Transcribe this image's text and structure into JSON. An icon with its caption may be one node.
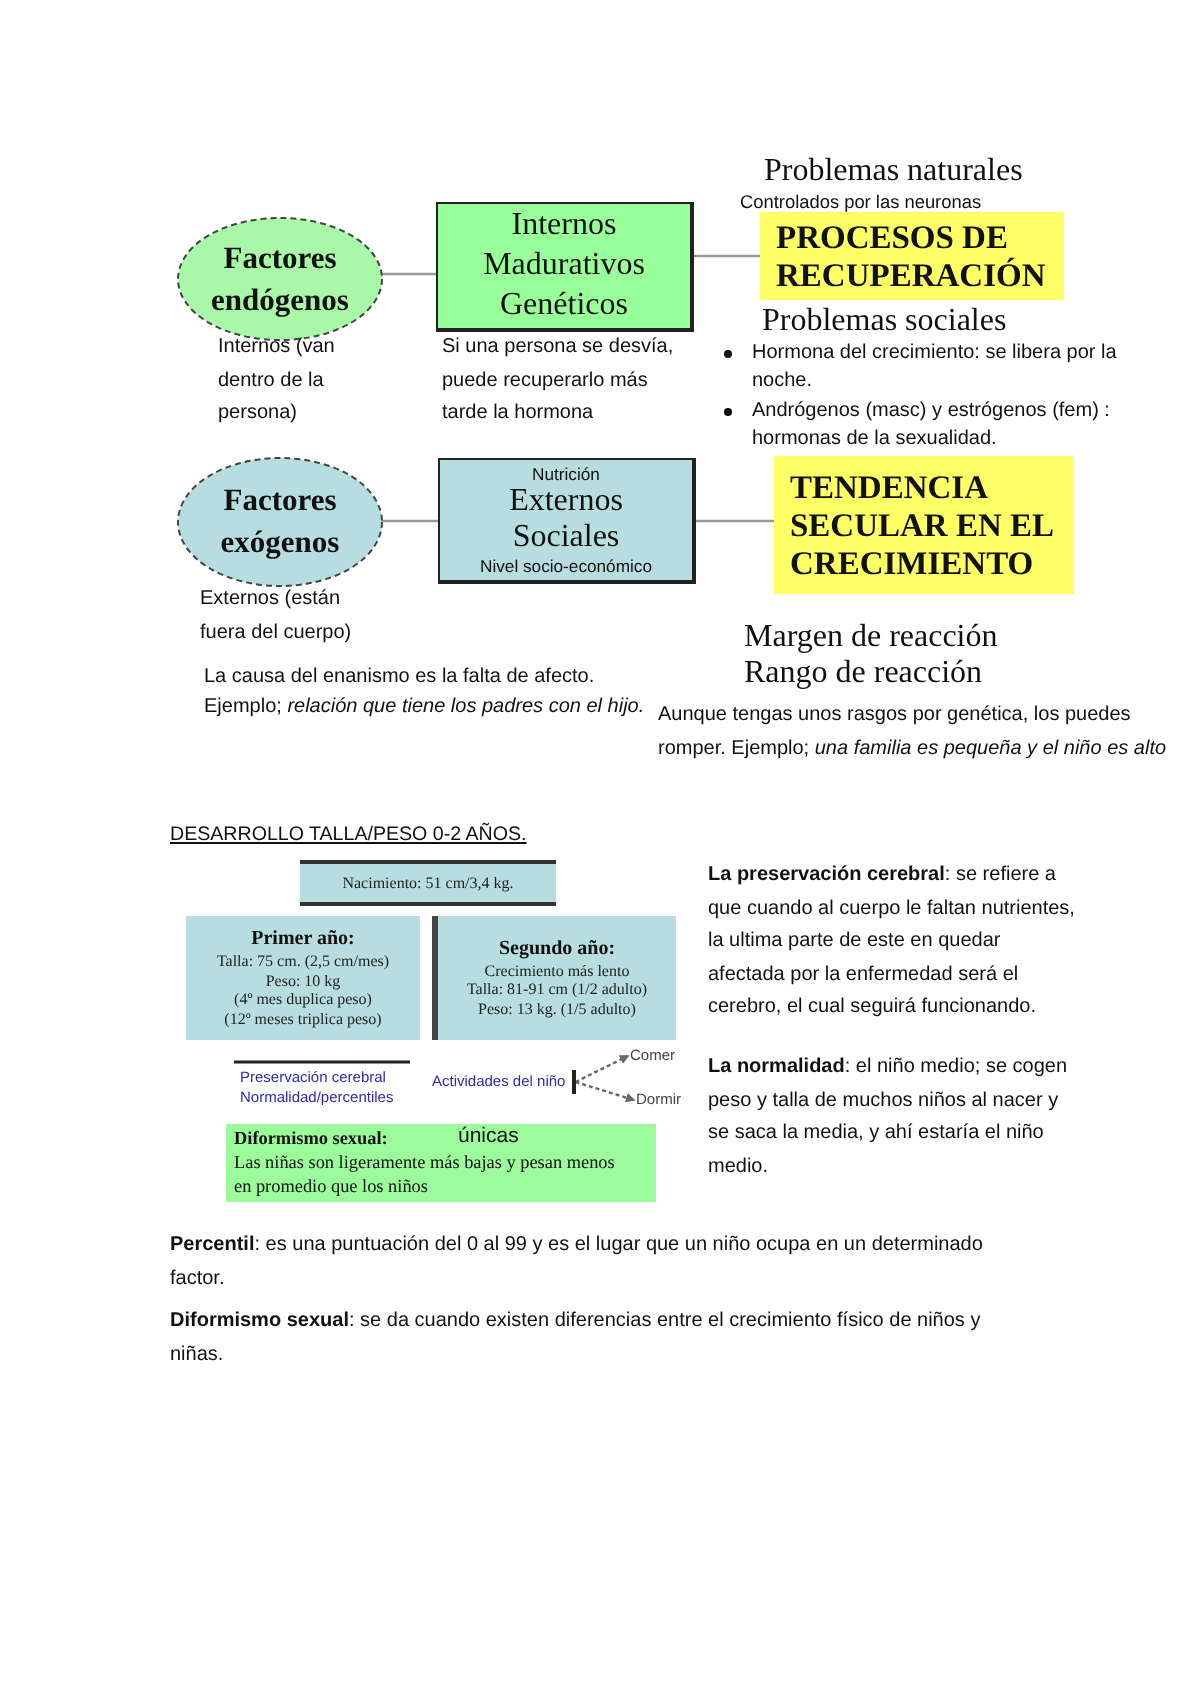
{
  "diagram": {
    "nodes": [
      {
        "text": [
          "Factores endógenos"
        ],
        "beside": [
          "Internos (van dentro de la persona)"
        ]
      },
      {
        "text": [
          "Internos Madurativos Genéticos"
        ],
        "beside": [
          "Si una persona se desvía, puede recuperarlo más tarde la hormona"
        ]
      },
      {
        "text": [
          "PROCESOS DE RECUPERACIÓN"
        ],
        "beside": [
          "Problemas naturales",
          "Controlados por las neuronas",
          "Problemas sociales"
        ]
      },
      {
        "text": [
          "Factores exógenos"
        ],
        "beside": [
          "Externos (están fuera del cuerpo)"
        ]
      },
      {
        "text": [
          "Nutrición",
          "Externos Sociales",
          "Nivel socio-económico"
        ]
      },
      {
        "text": [
          "TENDENCIA SECULAR EN EL CRECIMIENTO"
        ],
        "beside": [
          "Margen de reacción",
          "Rango de reacción"
        ]
      },
      {
        "text": [
          "Nacimiento: 51 cm/3,4 kg."
        ]
      },
      {
        "text": [
          "Primer año:",
          "Talla: 75 cm. (2,5 cm/mes)",
          "Peso: 10 kg",
          "(4º mes duplica peso)",
          "(12º meses triplica peso)"
        ]
      },
      {
        "text": [
          "Segundo año:",
          "Crecimiento más lento",
          "Talla: 81-91 cm (1/2 adulto)",
          "Peso: 13 kg. (1/5 adulto)"
        ]
      },
      {
        "text": [
          "Actividades del niño"
        ]
      },
      {
        "text": [
          "Comer"
        ]
      },
      {
        "text": [
          "Dormir"
        ]
      },
      {
        "text": [
          "Diformismo sexual:",
          "únicas",
          "Las niñas son ligeramente más bajas y pesan menos en promedio que los niños"
        ]
      }
    ],
    "edges": [
      {
        "from": 0,
        "to": 1,
        "arrow": "none"
      },
      {
        "from": 1,
        "to": 2,
        "arrow": "none"
      },
      {
        "from": 3,
        "to": 4,
        "arrow": "none"
      },
      {
        "from": 4,
        "to": 5,
        "arrow": "none"
      },
      {
        "from": 9,
        "to": 10,
        "arrow": "to",
        "style": "dashed",
        "color": "#666666"
      },
      {
        "from": 9,
        "to": 11,
        "arrow": "to",
        "style": "dashed",
        "color": "#666666"
      }
    ],
    "labels": [
      "Hormona del crecimiento: se libera por la noche.",
      "Andrógenos (masc) y estrógenos (fem) : hormonas de la sexualidad.",
      "La causa del enanismo es la falta de afecto.",
      "Ejemplo; *relación que tiene los padres con el hijo.*",
      "Aunque tengas unos rasgos por genética, los puedes romper. Ejemplo; *una familia es pequeña y el niño es alto*",
      "DESARROLLO TALLA/PESO 0-2 AÑOS.",
      "Preservación cerebral",
      "Normalidad/percentiles",
      "**La preservación cerebral**: se refiere a que cuando al cuerpo le faltan nutrientes, la ultima parte de este en quedar afectada por la enfermedad será el cerebro, el cual seguirá funcionando.",
      "**La normalidad**: el niño medio; se cogen peso y talla de muchos niños al nacer y se saca la media, y ahí estaría el niño medio.",
      "**Percentil**: es una puntuación del 0 al 99 y es el lugar que un niño ocupa en un determinado factor.",
      "**Diformismo sexual**: se da cuando existen diferencias entre el crecimiento físico de niños y niñas."
    ]
  }
}
